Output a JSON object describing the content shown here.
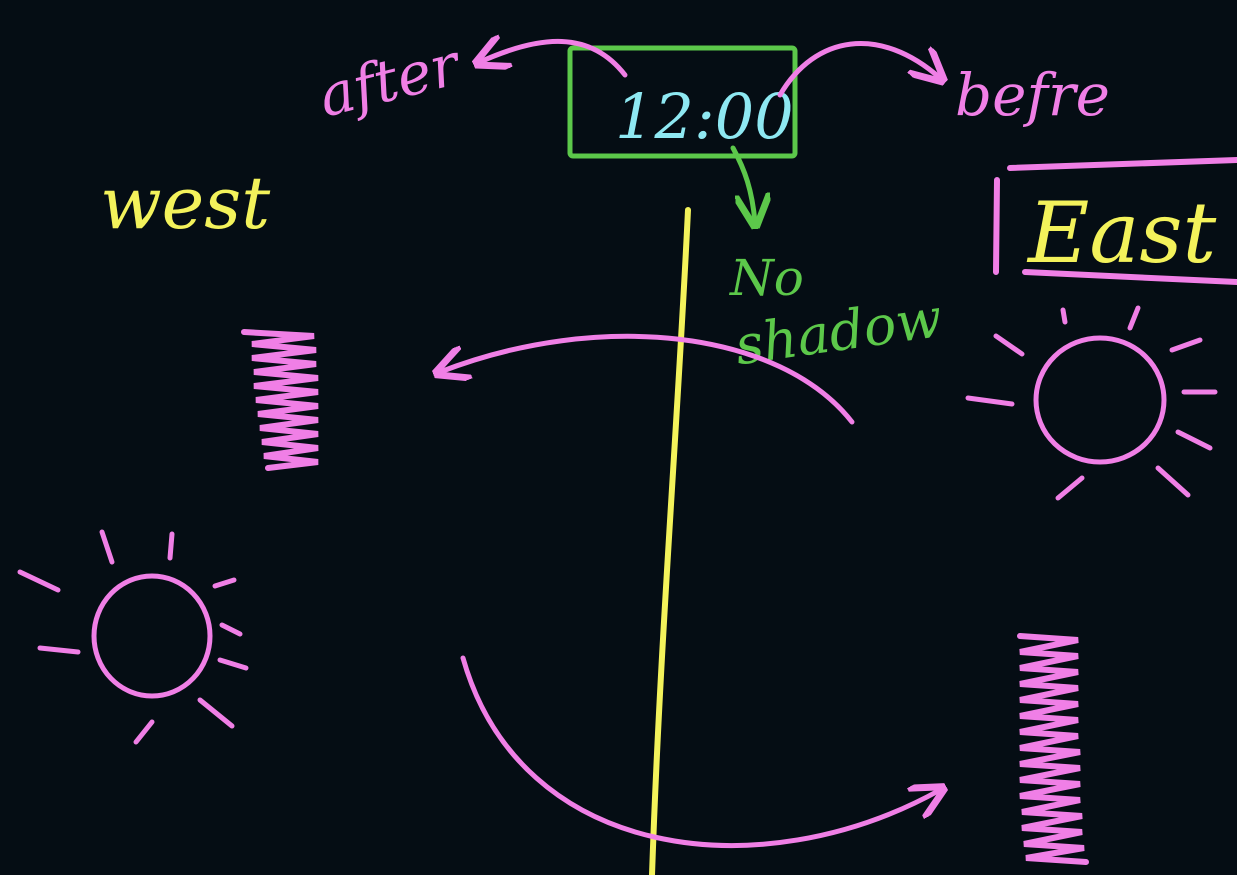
{
  "labels": {
    "after": "after",
    "before": "befre",
    "time": "12:00",
    "west": "west",
    "east": "East",
    "no_shadow_line1": "No",
    "no_shadow_line2": "shadow"
  },
  "colors": {
    "background": "#050d14",
    "pink": "#f07fe6",
    "yellow": "#f3f25b",
    "green": "#5cc84a",
    "cyan": "#8ee8f2"
  },
  "icons": [
    "sun-icon",
    "sun-icon",
    "shadow-icon",
    "shadow-icon",
    "arrow-icon"
  ]
}
